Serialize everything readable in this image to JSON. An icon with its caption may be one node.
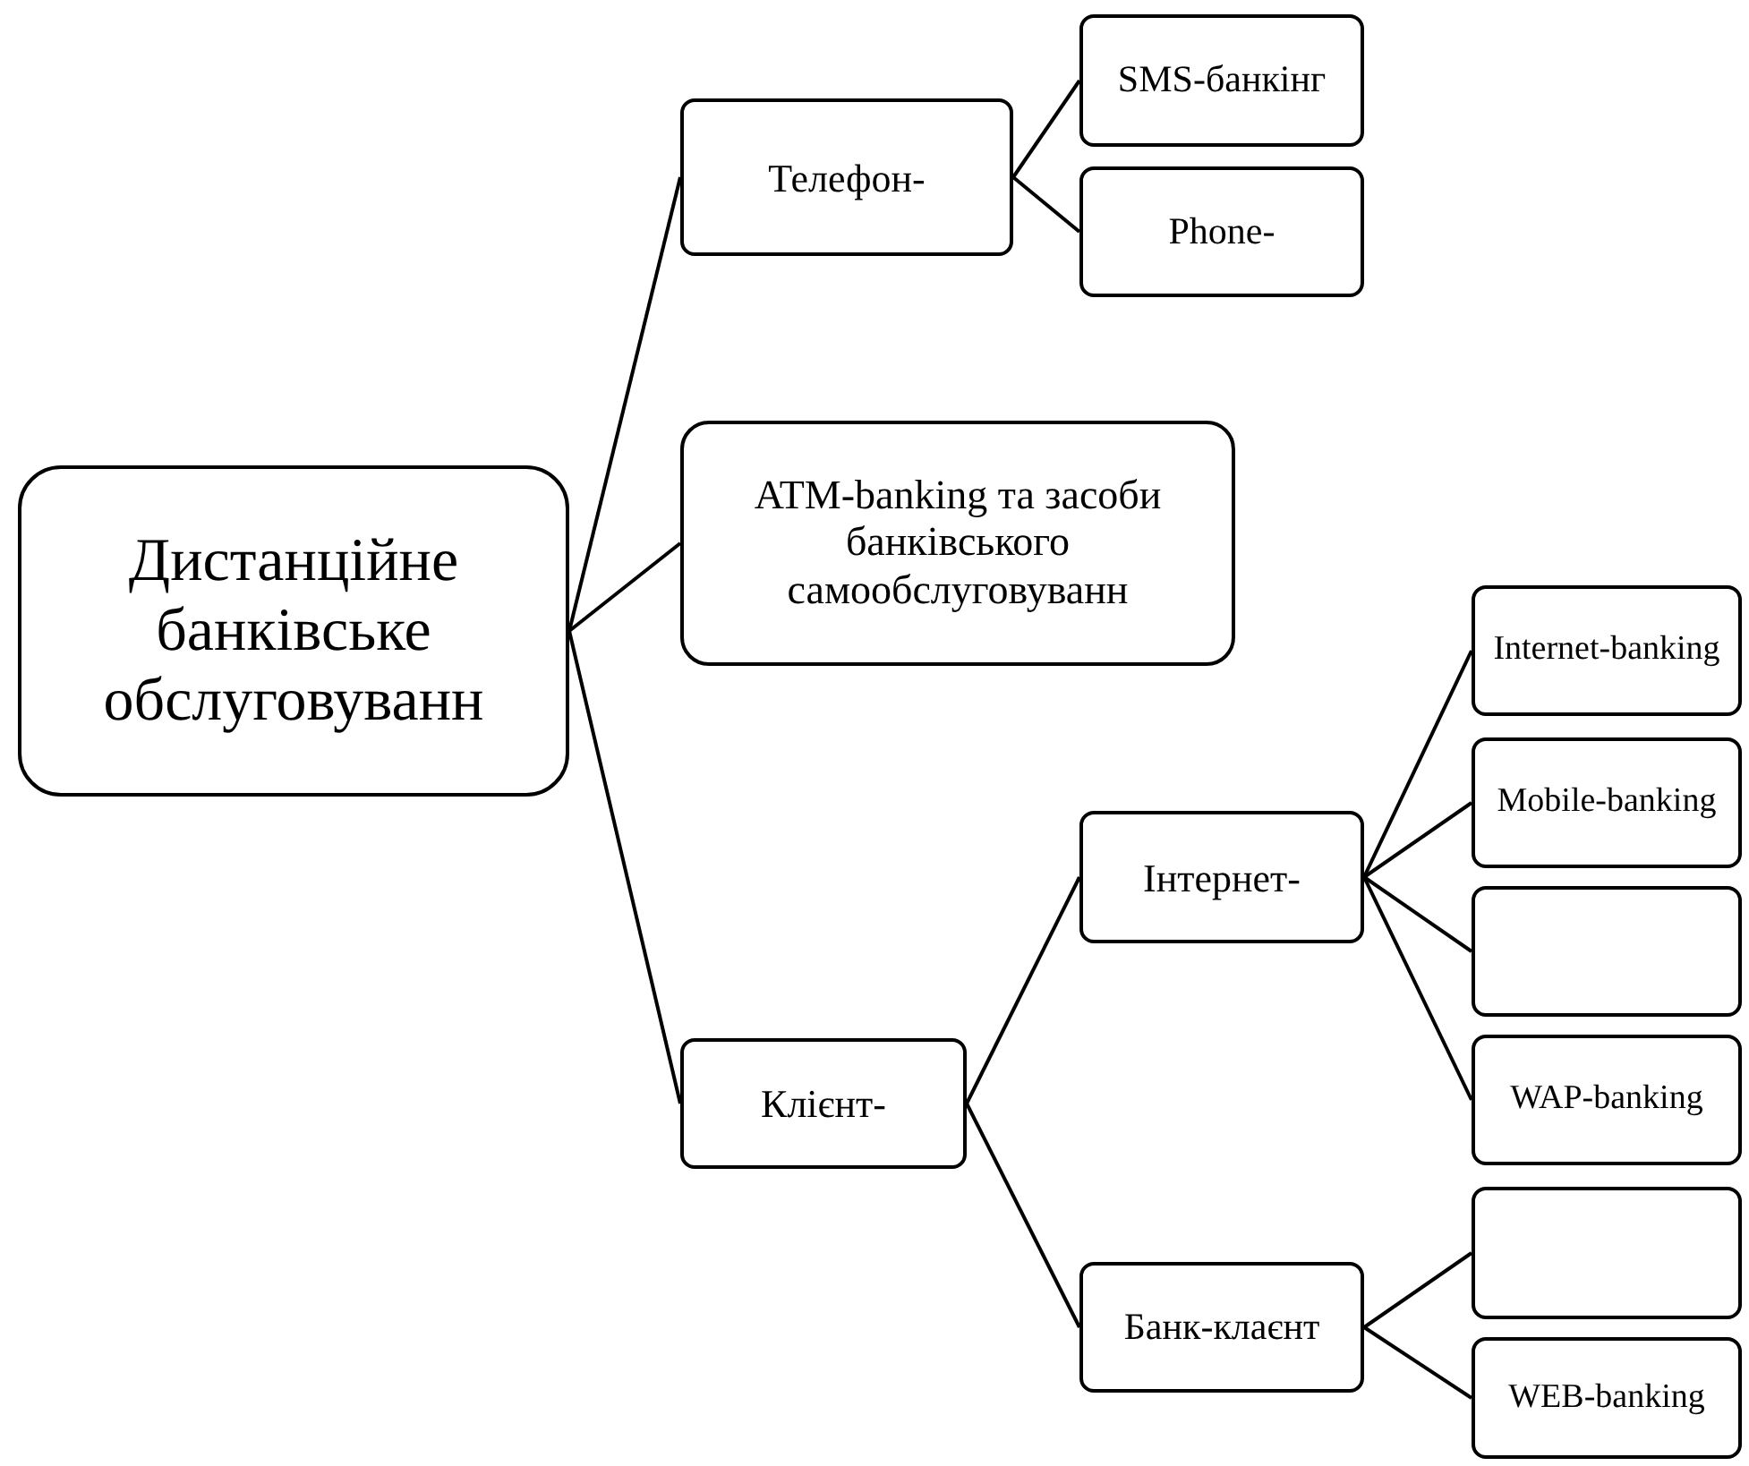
{
  "diagram": {
    "nodes": [
      {
        "text": [
          "Дистанційне банківське обслуговуванн"
        ]
      },
      {
        "text": [
          "Телефон-"
        ]
      },
      {
        "text": [
          "SMS-банкінг"
        ]
      },
      {
        "text": [
          "Phone-"
        ]
      },
      {
        "text": [
          "ATM-banking та засоби банківського самообслуговуванн"
        ]
      },
      {
        "text": [
          "Клієнт-"
        ]
      },
      {
        "text": [
          "Інтернет-"
        ]
      },
      {
        "text": [
          "Банк-клаєнт"
        ]
      },
      {
        "text": [
          "Internet-banking"
        ]
      },
      {
        "text": [
          "Mobile-banking"
        ]
      },
      {
        "text": [],
        "shape": "box"
      },
      {
        "text": [
          "WAP-banking"
        ]
      },
      {
        "text": [],
        "shape": "box"
      },
      {
        "text": [
          "WEB-banking"
        ]
      }
    ],
    "edges": [
      {
        "from": 0,
        "to": 1,
        "arrow": "none"
      },
      {
        "from": 0,
        "to": 4,
        "arrow": "none"
      },
      {
        "from": 0,
        "to": 5,
        "arrow": "none"
      },
      {
        "from": 1,
        "to": 2,
        "arrow": "none"
      },
      {
        "from": 1,
        "to": 3,
        "arrow": "none"
      },
      {
        "from": 5,
        "to": 6,
        "arrow": "none"
      },
      {
        "from": 5,
        "to": 7,
        "arrow": "none"
      },
      {
        "from": 6,
        "to": 8,
        "arrow": "none"
      },
      {
        "from": 6,
        "to": 9,
        "arrow": "none"
      },
      {
        "from": 6,
        "to": 10,
        "arrow": "none"
      },
      {
        "from": 6,
        "to": 11,
        "arrow": "none"
      },
      {
        "from": 7,
        "to": 12,
        "arrow": "none"
      },
      {
        "from": 7,
        "to": 13,
        "arrow": "none"
      }
    ]
  }
}
